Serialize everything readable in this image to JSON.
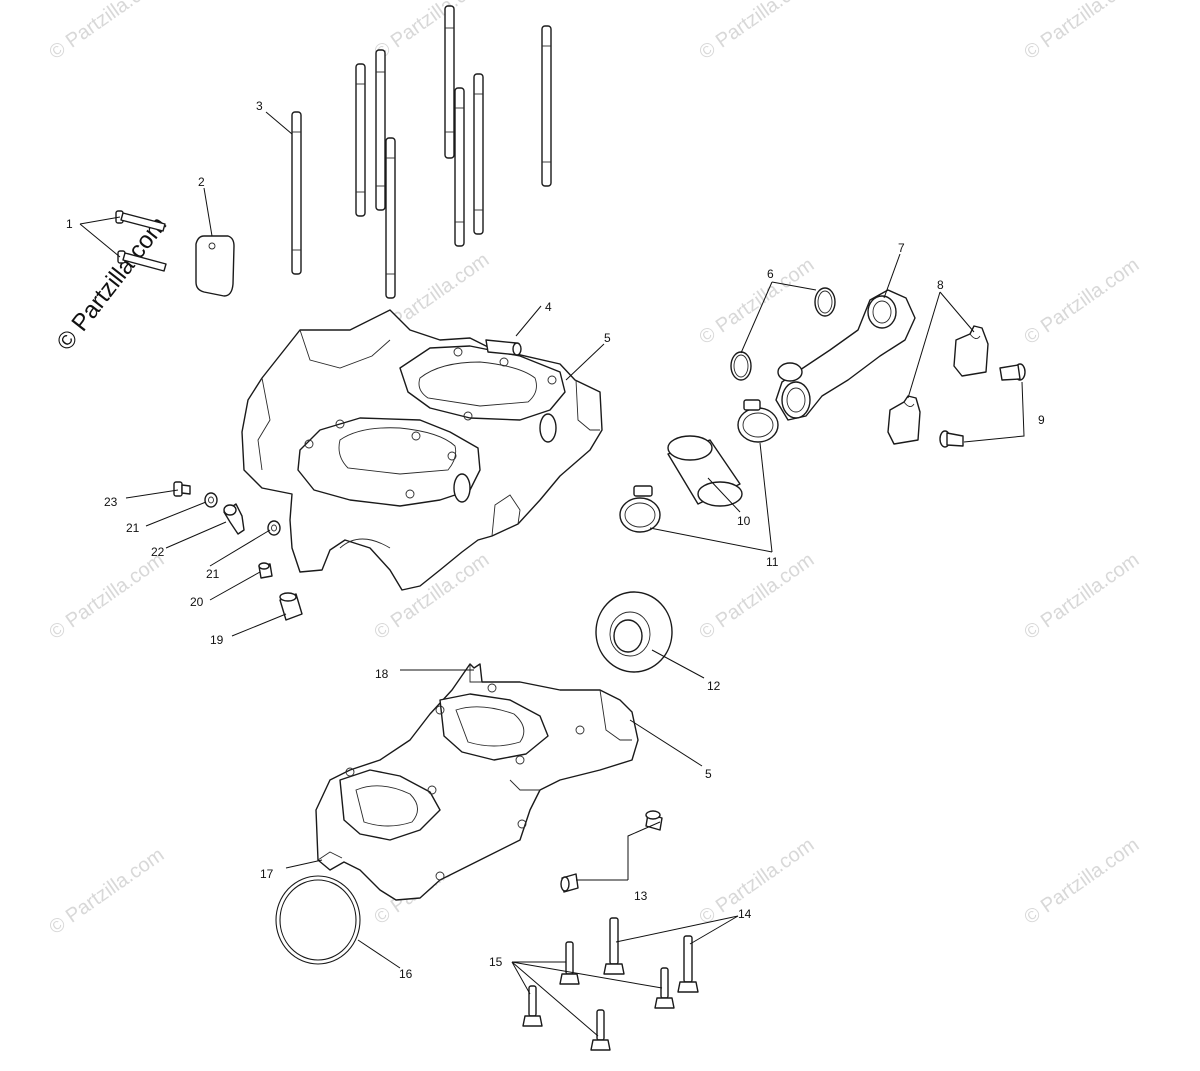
{
  "brand_label": "© Partzilla.com",
  "watermark_text": "© Partzilla.com",
  "callouts": [
    "1",
    "2",
    "3",
    "4",
    "5",
    "6",
    "7",
    "8",
    "9",
    "10",
    "11",
    "12",
    "13",
    "14",
    "15",
    "16",
    "17",
    "18",
    "19",
    "20",
    "21",
    "22",
    "23",
    "5",
    "21"
  ],
  "colors": {
    "line": "#1a1a1a",
    "watermark": "#c8c8c8",
    "background": "#ffffff"
  }
}
